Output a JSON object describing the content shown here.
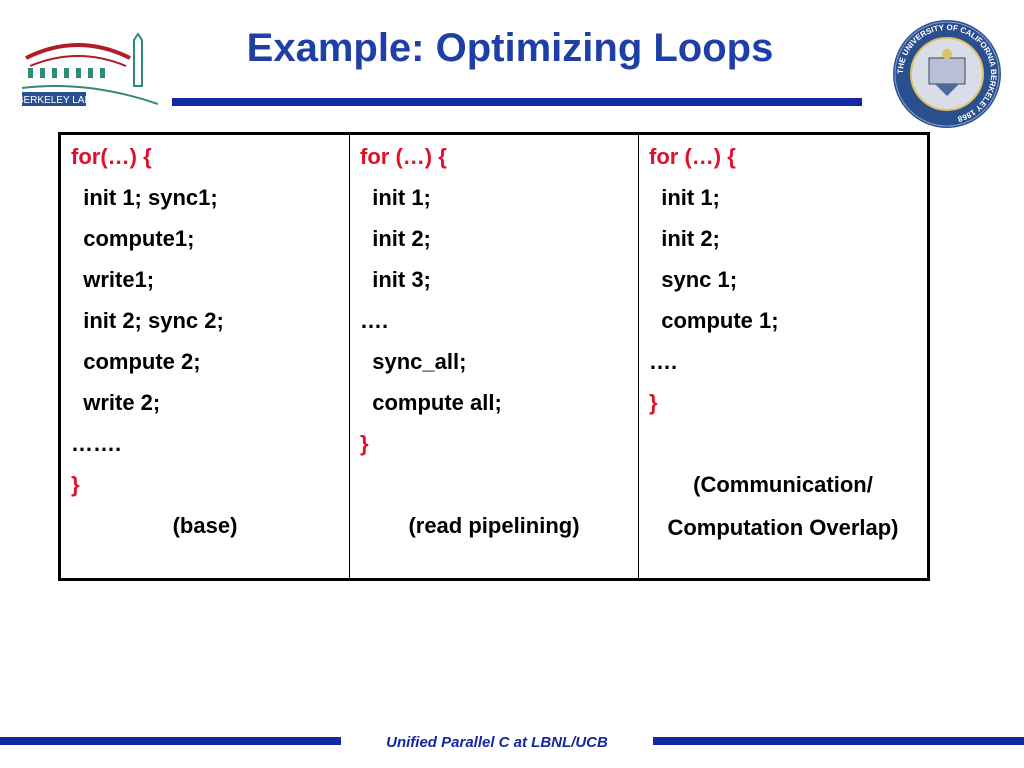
{
  "header": {
    "title": "Example: Optimizing Loops",
    "logo_text": "BERKELEY LAB",
    "seal_text": "THE UNIVERSITY OF CALIFORNIA BERKELEY 1868"
  },
  "colors": {
    "title": "#1f3fa8",
    "rule": "#1428a0",
    "code_keyword": "#e0102a",
    "text": "#000000"
  },
  "columns": [
    {
      "lines": [
        "for(…) {",
        "  init 1; sync1;",
        "  compute1;",
        "  write1;",
        "  init 2; sync 2;",
        "  compute 2;",
        "  write 2;",
        "…….",
        "}"
      ],
      "caption": "(base)"
    },
    {
      "lines": [
        "for (…) {",
        "  init 1;",
        "  init 2;",
        "  init 3;",
        "….",
        "  sync_all;",
        "  compute all;",
        "}"
      ],
      "caption": "(read pipelining)"
    },
    {
      "lines": [
        "for (…) {",
        "  init 1;",
        "  init 2;",
        "  sync 1;",
        "  compute 1;",
        "….",
        "}"
      ],
      "caption_1": "(Communication/",
      "caption_2": "Computation Overlap)"
    }
  ],
  "footer": {
    "text": "Unified Parallel C at LBNL/UCB"
  }
}
